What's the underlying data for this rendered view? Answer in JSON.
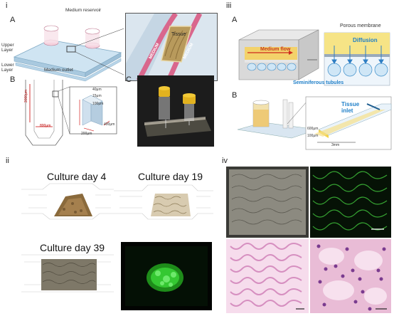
{
  "sections": {
    "i": "i",
    "ii": "ii",
    "iii": "iii",
    "iv": "iv"
  },
  "section_i": {
    "panel_a": {
      "letter": "A",
      "medium_reservoir": "Medium reservoir",
      "upper_layer": "Upper\nLayer",
      "lower_layer": "Lower\nLayer",
      "medium_outlet": "Medium outlet",
      "zoom_medium_left": "MEDIUM",
      "zoom_tissue": "Tissue",
      "zoom_medium_right": "MEDIUM"
    },
    "panel_b": {
      "letter": "B",
      "dim_length": "3000μm",
      "dim_width": "800μm",
      "dim_top": "40μm",
      "dim_mid": "15μm",
      "dim_bottom": "100μm",
      "dim_depth": "200μm",
      "dim_side": "400μm"
    },
    "panel_c": {
      "letter": "C"
    }
  },
  "section_ii": {
    "captions": [
      "Culture day 4",
      "Culture day 19",
      "Culture day 39"
    ]
  },
  "section_iii": {
    "panel_a": {
      "letter": "A",
      "medium_flow": "Medium flow",
      "porous_membrane": "Porous membrane",
      "diffusion": "Diffusion",
      "seminiferous_tubules": "Seminiferous tubules"
    },
    "panel_b": {
      "letter": "B",
      "tissue_inlet": "Tissue\ninlet",
      "dim_upper": "600μm",
      "dim_lower": "100μm",
      "dim_length": "3mm"
    }
  },
  "colors": {
    "brand_blue": "#1f7fc8",
    "medium_pink": "#e17a9a",
    "membrane_yellow": "#f2d24a",
    "gfp_green": "#35c832",
    "he_pink": "#d68fc0"
  }
}
